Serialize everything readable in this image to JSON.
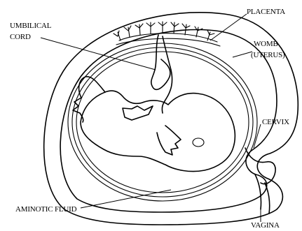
{
  "labels": {
    "umbilical_cord_line1": "UMBILICAL",
    "umbilical_cord_line2": "CORD",
    "placenta": "PLACENTA",
    "womb_line1": "WOMB",
    "womb_line2": "(UTERUS)",
    "cervix": "CERVIX",
    "amniotic_fluid": "AMINOTIC FLUID",
    "vagina": "VAGINA"
  }
}
